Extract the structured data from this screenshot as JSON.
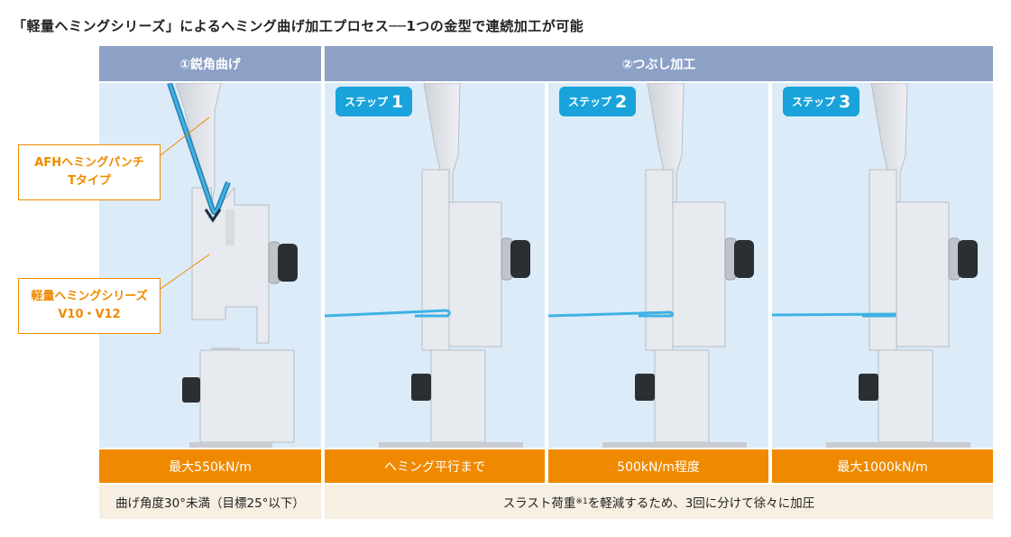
{
  "title": "「軽量ヘミングシリーズ」によるヘミング曲げ加工プロセス──1つの金型で連続加工が可能",
  "sections": {
    "acute": "①鋭角曲げ",
    "flatten": "②つぶし加工"
  },
  "steps": [
    {
      "label": "ステップ",
      "num": "1"
    },
    {
      "label": "ステップ",
      "num": "2"
    },
    {
      "label": "ステップ",
      "num": "3"
    }
  ],
  "callouts": {
    "punch": {
      "line1": "AFHヘミングパンチ",
      "line2": "Tタイプ"
    },
    "series": {
      "line1": "軽量ヘミングシリーズ",
      "line2": "V10・V12"
    }
  },
  "loads": [
    "最大550kN/m",
    "ヘミング平行まで",
    "500kN/m程度",
    "最大1000kN/m"
  ],
  "notes": {
    "acute": "曲げ角度30°未満（目標25°以下）",
    "flatten_before": "スラスト荷重",
    "flatten_sup": "※1",
    "flatten_after": "を軽減するため、3回に分けて徐々に加圧"
  },
  "colors": {
    "header": "#8da1c7",
    "panel": "#dcebf8",
    "orange": "#ef8a00",
    "step_badge": "#1aa3db",
    "sheet": "#3fb2e4",
    "cream": "#f6efe2"
  }
}
